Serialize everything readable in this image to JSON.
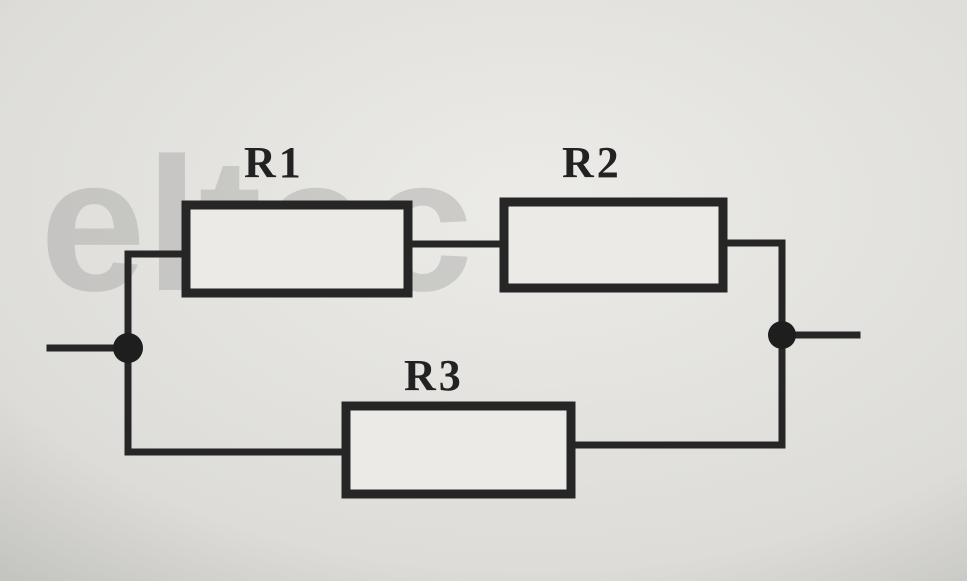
{
  "diagram": {
    "resistors": [
      {
        "id": "r1",
        "label": "R1"
      },
      {
        "id": "r2",
        "label": "R2"
      },
      {
        "id": "r3",
        "label": "R3"
      }
    ],
    "watermark_text": "eltec",
    "colors": {
      "ink": "#262626",
      "paper": "#eceae6",
      "background": "#dcdcd8",
      "watermark": "#8e8e8e"
    }
  }
}
